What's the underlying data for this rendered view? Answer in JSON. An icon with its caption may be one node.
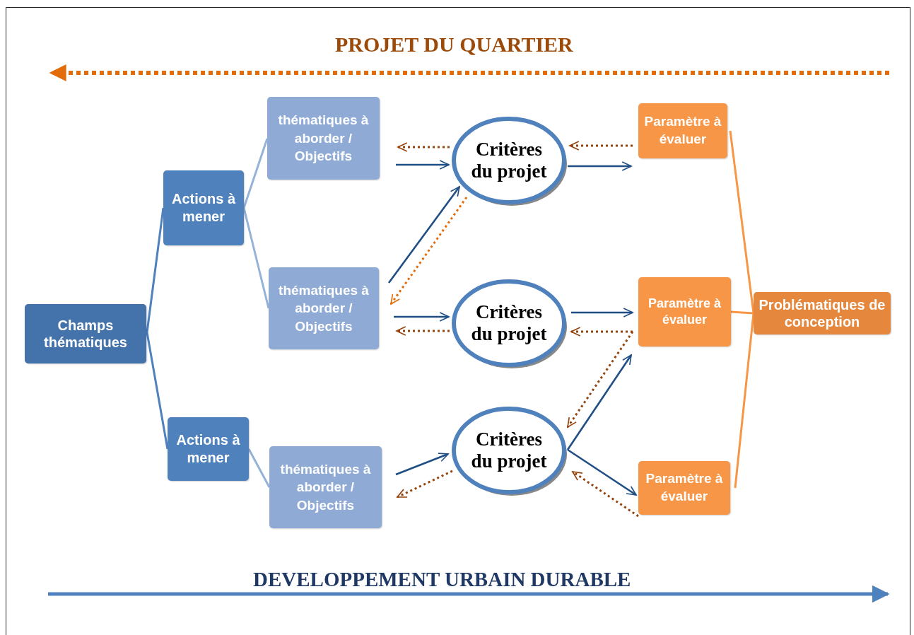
{
  "diagram": {
    "nodes": [
      {
        "text": [
          "Champs thématiques"
        ]
      },
      {
        "text": [
          "Actions à mener"
        ]
      },
      {
        "text": [
          "Actions à mener"
        ]
      },
      {
        "text": [
          "thématiques à aborder / Objectifs"
        ]
      },
      {
        "text": [
          "thématiques à aborder / Objectifs"
        ]
      },
      {
        "text": [
          "thématiques à aborder / Objectifs"
        ]
      },
      {
        "text": [
          "Critères du projet"
        ]
      },
      {
        "text": [
          "Critères du projet"
        ]
      },
      {
        "text": [
          "Critères du projet"
        ]
      },
      {
        "text": [
          "Paramètre à évaluer"
        ]
      },
      {
        "text": [
          "Paramètre à évaluer"
        ]
      },
      {
        "text": [
          "Paramètre à évaluer"
        ]
      },
      {
        "text": [
          "Problématiques de conception"
        ]
      }
    ],
    "edges": [
      {
        "from": 0,
        "to": 1,
        "arrow": "none",
        "color": "#4f81bd"
      },
      {
        "from": 0,
        "to": 2,
        "arrow": "none",
        "color": "#4f81bd"
      },
      {
        "from": 1,
        "to": 3,
        "arrow": "none",
        "color": "#95b3d7"
      },
      {
        "from": 1,
        "to": 4,
        "arrow": "none",
        "color": "#95b3d7"
      },
      {
        "from": 2,
        "to": 5,
        "arrow": "none",
        "color": "#95b3d7"
      },
      {
        "from": 3,
        "to": 6,
        "arrow": "to"
      },
      {
        "from": 4,
        "to": 6,
        "arrow": "to"
      },
      {
        "from": 4,
        "to": 7,
        "arrow": "to"
      },
      {
        "from": 5,
        "to": 8,
        "arrow": "to"
      },
      {
        "from": 6,
        "to": 9,
        "arrow": "to"
      },
      {
        "from": 7,
        "to": 10,
        "arrow": "to"
      },
      {
        "from": 8,
        "to": 10,
        "arrow": "to"
      },
      {
        "from": 8,
        "to": 11,
        "arrow": "to"
      },
      {
        "from": 6,
        "to": 3,
        "arrow": "to",
        "style": "dashed",
        "color": "#94440e"
      },
      {
        "from": 9,
        "to": 6,
        "arrow": "to",
        "style": "dashed",
        "color": "#94440e"
      },
      {
        "from": 6,
        "to": 4,
        "arrow": "to",
        "style": "dashed",
        "color": "#e36c09"
      },
      {
        "from": 7,
        "to": 4,
        "arrow": "to",
        "style": "dashed",
        "color": "#94440e"
      },
      {
        "from": 10,
        "to": 7,
        "arrow": "to",
        "style": "dashed",
        "color": "#94440e"
      },
      {
        "from": 10,
        "to": 8,
        "arrow": "to",
        "style": "dashed",
        "color": "#94440e"
      },
      {
        "from": 8,
        "to": 5,
        "arrow": "to",
        "style": "dashed",
        "color": "#94440e"
      },
      {
        "from": 11,
        "to": 8,
        "arrow": "to",
        "style": "dashed",
        "color": "#94440e"
      },
      {
        "from": 12,
        "to": 9,
        "arrow": "none",
        "color": "#f79646"
      },
      {
        "from": 12,
        "to": 10,
        "arrow": "none",
        "color": "#f79646"
      },
      {
        "from": 12,
        "to": 11,
        "arrow": "none",
        "color": "#f79646"
      }
    ],
    "labels": [
      "PROJET DU QUARTIER",
      "DEVELOPPEMENT URBAIN DURABLE"
    ]
  }
}
